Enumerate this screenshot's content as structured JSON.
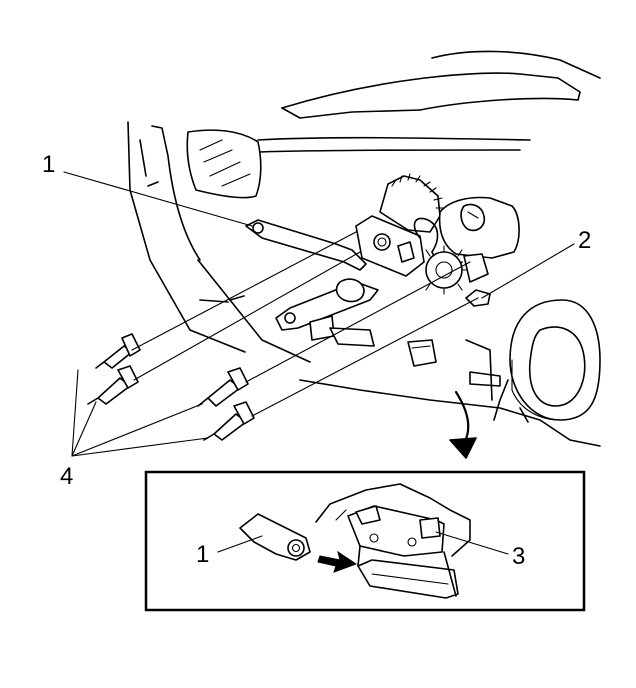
{
  "callouts": {
    "c1_top": "1",
    "c2": "2",
    "c4": "4",
    "c1_inset": "1",
    "c3": "3"
  },
  "colors": {
    "ink": "#000000",
    "paper": "#ffffff"
  }
}
